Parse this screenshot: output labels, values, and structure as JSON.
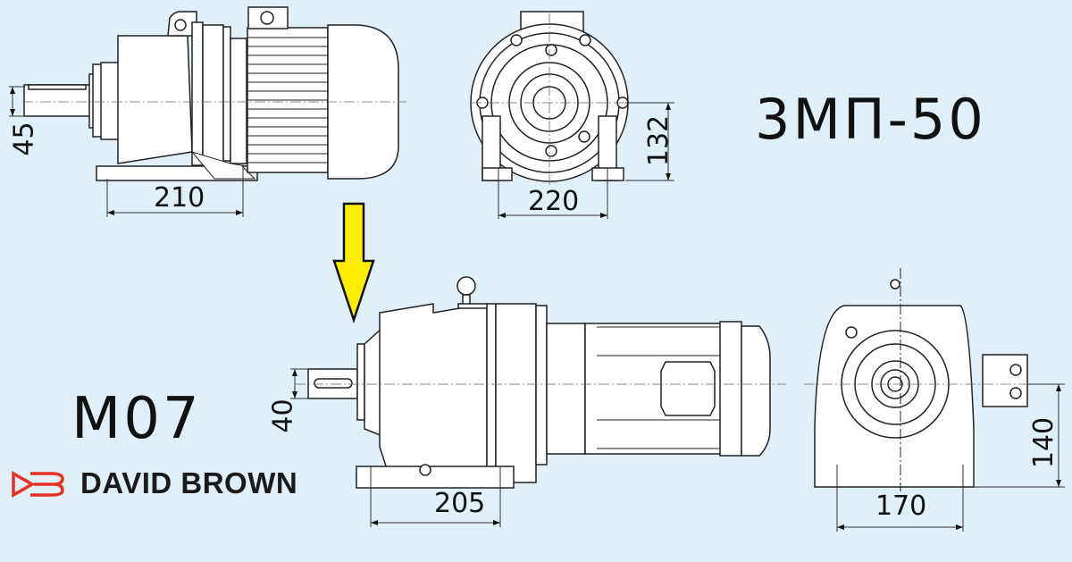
{
  "old_model": {
    "title": "3МП-50",
    "dimensions": {
      "shaft_height_label": "45",
      "foot_length_label": "210",
      "foot_width_label": "220",
      "axis_height_label": "132"
    }
  },
  "new_model": {
    "title": "M07",
    "brand": {
      "name": "DAVID BROWN",
      "logo_color": "#e53024"
    },
    "dimensions": {
      "shaft_height_label": "40",
      "foot_length_label": "205",
      "foot_width_label": "170",
      "axis_height_label": "140"
    }
  },
  "arrow": {
    "icon": "arrow-down-icon",
    "color": "#ffee00"
  },
  "colors": {
    "background": "#e1eff8",
    "line": "#222222",
    "fill": "#ffffff"
  }
}
